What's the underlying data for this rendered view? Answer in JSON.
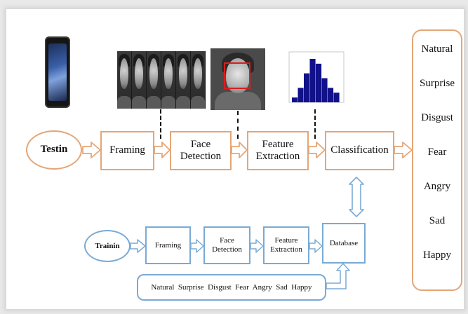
{
  "top_pipeline": {
    "input": "Testin",
    "framing": "Framing",
    "face_detection": "Face Detection",
    "feature_extraction": "Feature Extraction",
    "classification": "Classification"
  },
  "bottom_pipeline": {
    "input": "Trainin",
    "framing": "Framing",
    "face_detection": "Face Detection",
    "feature_extraction": "Feature Extraction",
    "database": "Database",
    "labels_text": "Natural  Surprise  Disgust  Fear  Angry  Sad  Happy"
  },
  "output_labels": [
    "Natural",
    "Surprise",
    "Disgust",
    "Fear",
    "Angry",
    "Sad",
    "Happy"
  ],
  "histogram_values": [
    1,
    3,
    6,
    9,
    8,
    5,
    3,
    2
  ],
  "colors": {
    "orange": "#e4a677",
    "blue": "#79aad6",
    "bars": "#11118a",
    "rect": "#d81f1f"
  }
}
